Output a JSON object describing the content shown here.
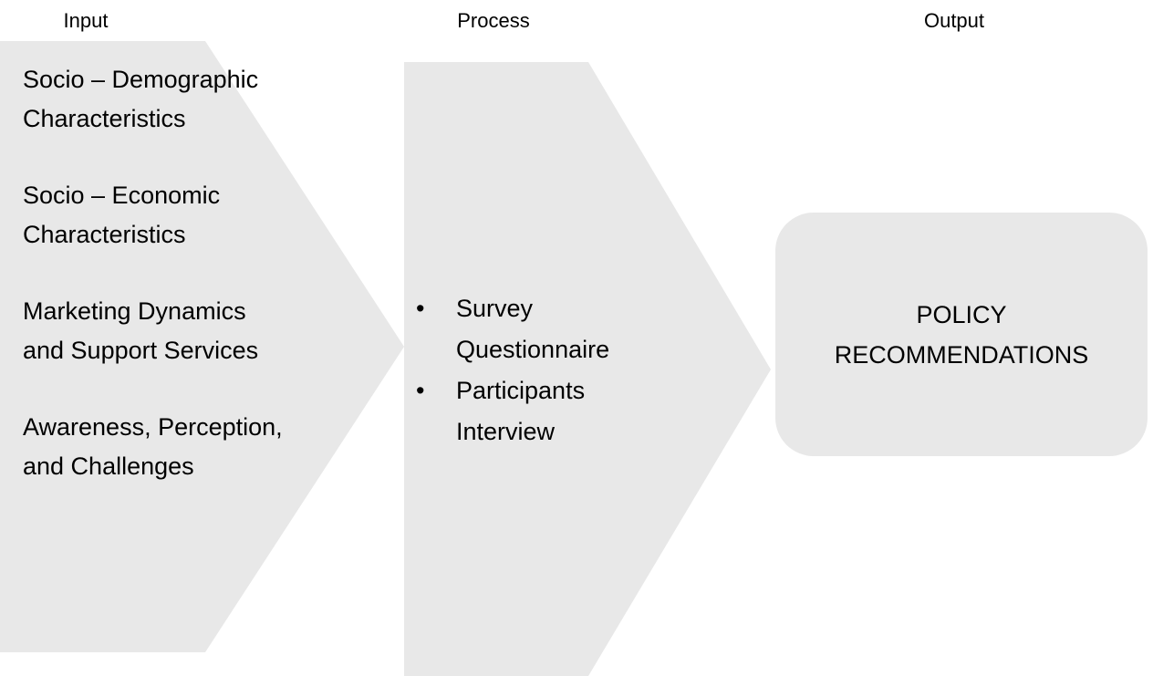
{
  "diagram": {
    "title": "Input - Process - Output conceptual framework",
    "background_color": "#FFFFFF",
    "shape_fill_color": "#E8E8E8",
    "text_color": "#000000",
    "headings": {
      "input": "Input",
      "process": "Process",
      "output": "Output"
    },
    "input_stage": {
      "shape": "pentagon-arrow-right",
      "items": [
        "Socio – Demographic Characteristics",
        "Socio – Economic Characteristics",
        "Marketing Dynamics and Support Services",
        "Awareness, Perception, and Challenges"
      ]
    },
    "process_stage": {
      "shape": "pentagon-arrow-right",
      "bullet_glyph": "•",
      "items": [
        "Survey Questionnaire",
        "Participants Interview"
      ]
    },
    "output_stage": {
      "shape": "rounded-rectangle",
      "lines": [
        "POLICY",
        "RECOMMENDATIONS"
      ]
    }
  }
}
